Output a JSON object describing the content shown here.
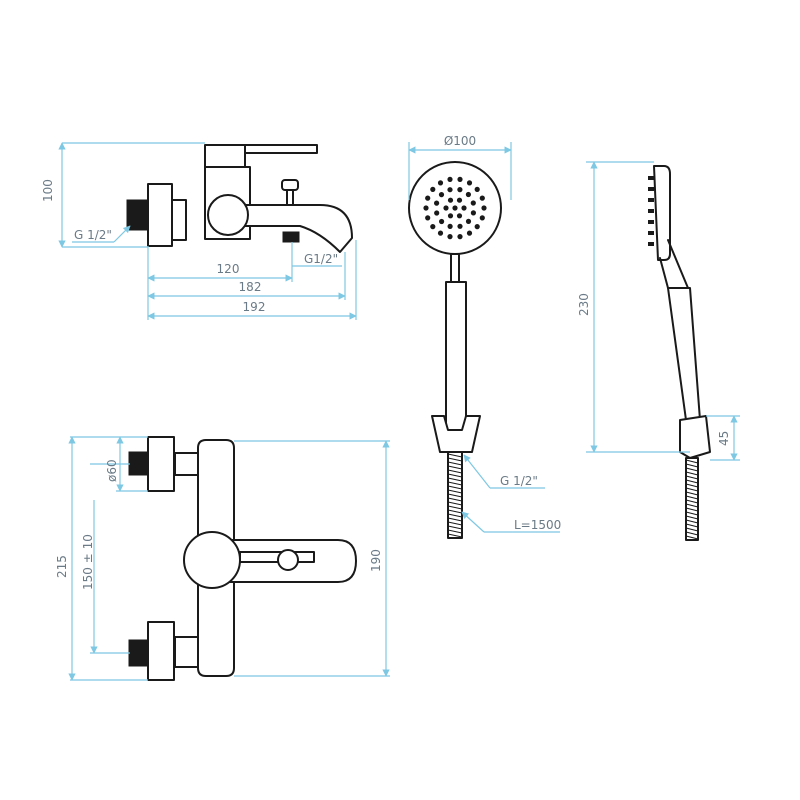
{
  "top_view": {
    "height_label": "100",
    "inlet_thread_label": "G 1/2\"",
    "outlet_thread_label": "G1/2\"",
    "width_120_label": "120",
    "width_182_label": "182",
    "width_192_label": "192"
  },
  "front_view": {
    "overall_height_label": "215",
    "center_spacing_label": "150 ± 10",
    "flange_diameter_label": "ø60",
    "body_height_label": "190"
  },
  "hand_shower_front": {
    "head_diameter_label": "Ø100",
    "hose_thread_label": "G 1/2\"",
    "hose_length_label": "L=1500"
  },
  "hand_shower_side": {
    "length_label": "230",
    "holder_label": "45"
  },
  "colors": {
    "line": "#1a1a1a",
    "dimension": "#7ec8e3",
    "dimension_text": "#6a7a86"
  }
}
